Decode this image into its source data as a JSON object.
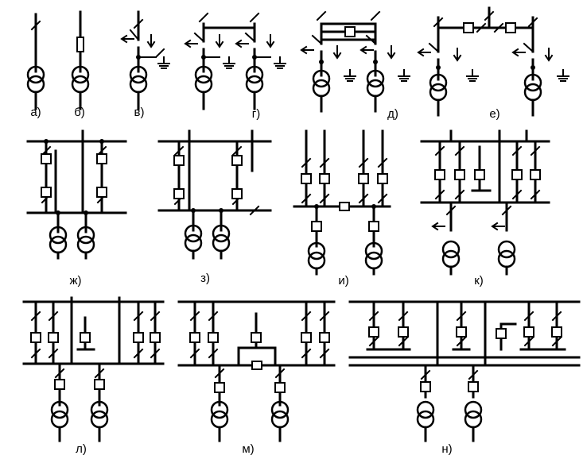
{
  "figure": {
    "line_color": "#000000",
    "background": "#ffffff",
    "labels": {
      "a": "а)",
      "b": "б)",
      "v": "в)",
      "g": "г)",
      "d": "д)",
      "e": "е)",
      "zh": "ж)",
      "z": "з)",
      "i": "и)",
      "k": "к)",
      "l": "л)",
      "m": "м)",
      "n": "н)"
    }
  }
}
